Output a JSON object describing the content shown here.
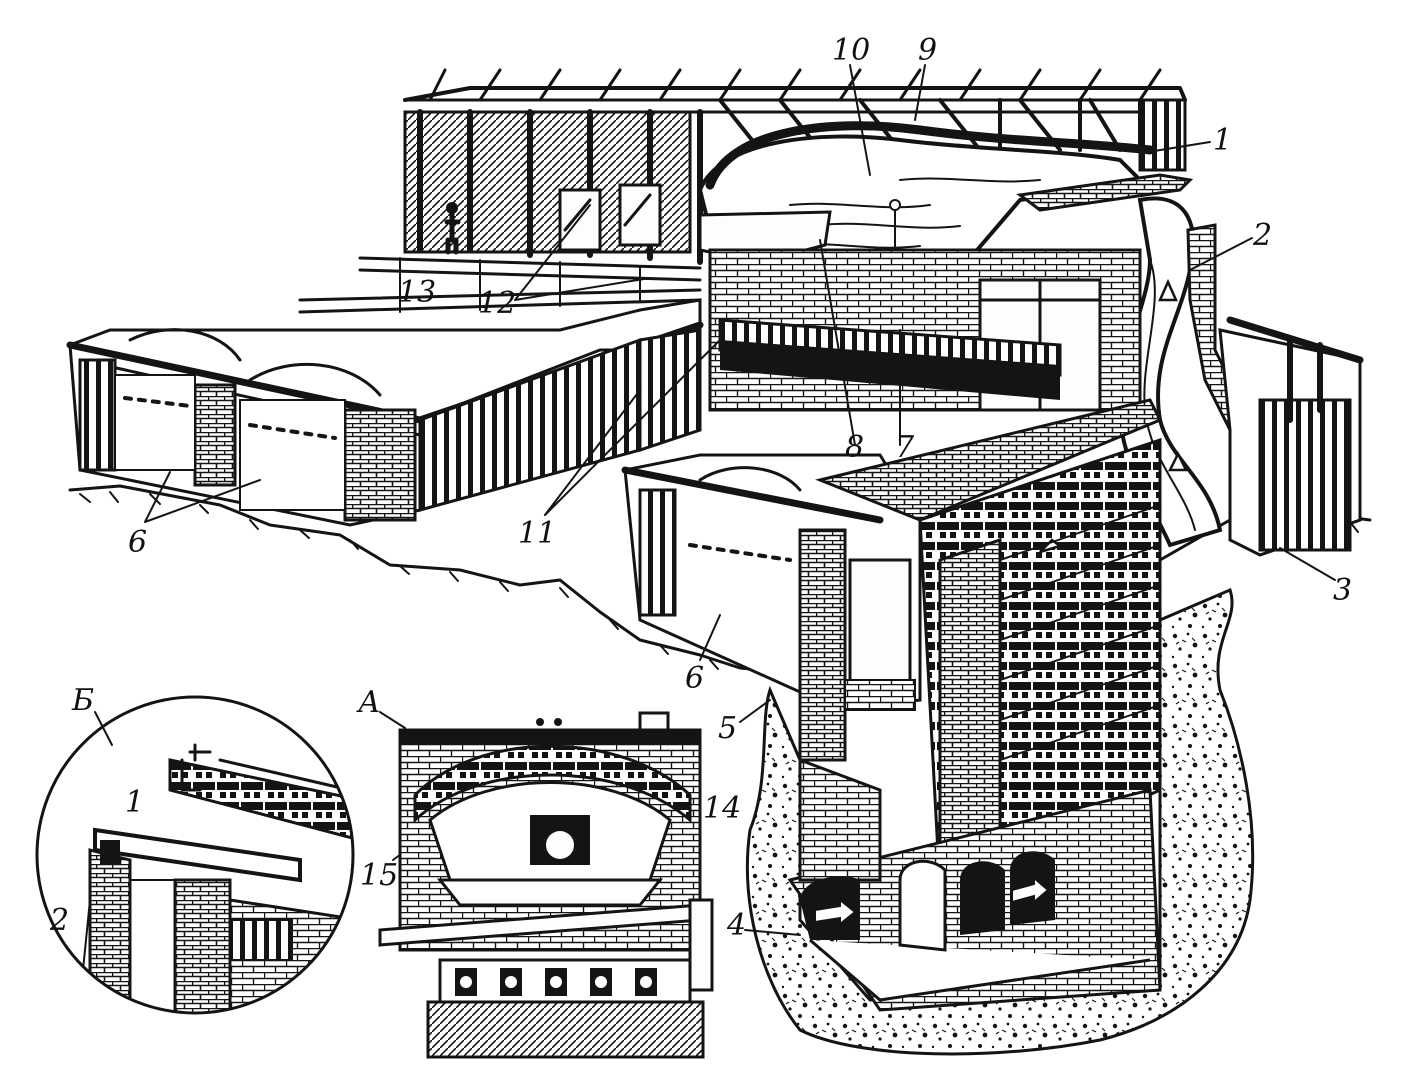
{
  "figure": {
    "callouts": [
      {
        "id": "1",
        "text": "1"
      },
      {
        "id": "2",
        "text": "2"
      },
      {
        "id": "3",
        "text": "3"
      },
      {
        "id": "4",
        "text": "4"
      },
      {
        "id": "5",
        "text": "5"
      },
      {
        "id": "6a",
        "text": "6"
      },
      {
        "id": "6b",
        "text": "6"
      },
      {
        "id": "7",
        "text": "7"
      },
      {
        "id": "8",
        "text": "8"
      },
      {
        "id": "9",
        "text": "9"
      },
      {
        "id": "10",
        "text": "10"
      },
      {
        "id": "11",
        "text": "11"
      },
      {
        "id": "12",
        "text": "12"
      },
      {
        "id": "13",
        "text": "13"
      },
      {
        "id": "14",
        "text": "14"
      },
      {
        "id": "15",
        "text": "15"
      }
    ],
    "inset_section": {
      "label": "А"
    },
    "inset_detail": {
      "label": "Б",
      "callouts": [
        {
          "id": "b1",
          "text": "1"
        },
        {
          "id": "b2",
          "text": "2"
        }
      ]
    },
    "colors": {
      "ink": "#141414",
      "paper": "#ffffff"
    }
  }
}
